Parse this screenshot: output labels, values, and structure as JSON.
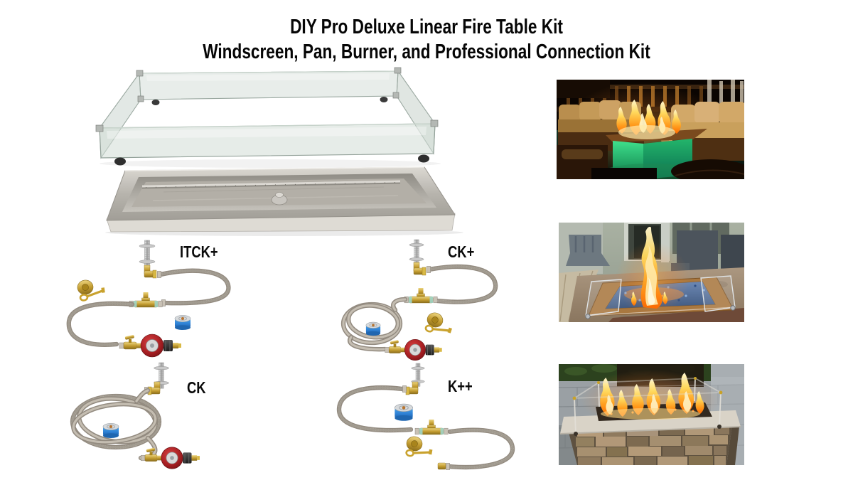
{
  "header": {
    "line1": "DIY Pro Deluxe Linear Fire Table Kit",
    "line2": "Windscreen, Pan, Burner, and Professional Connection Kit"
  },
  "products": {
    "windscreen": "rectangular-glass-wind-guard",
    "pan_burner": "linear-stainless-drop-in-pan-with-tube-burner"
  },
  "kits": [
    {
      "label": "ITCK+",
      "parts": [
        "pipe-nipple",
        "brass-elbow",
        "flex-hoses",
        "brass-tee",
        "valve-key",
        "thread-seal-tape",
        "regulator-valve"
      ]
    },
    {
      "label": "CK+",
      "parts": [
        "pipe-nipple",
        "brass-elbow",
        "flex-hose",
        "brass-tee",
        "coiled-supply-hose",
        "thread-seal-tape",
        "valve-key",
        "regulator-valve"
      ]
    },
    {
      "label": "CK",
      "parts": [
        "pipe-nipple",
        "brass-elbow",
        "coiled-supply-hose",
        "thread-seal-tape",
        "regulator-valve"
      ]
    },
    {
      "label": "K++",
      "parts": [
        "pipe-nipple",
        "brass-elbow",
        "flex-hoses",
        "thread-seal-tape",
        "brass-tee",
        "valve-key"
      ]
    }
  ],
  "photos": [
    {
      "name": "night-deck-sectional-sofas-lit-fire-table"
    },
    {
      "name": "daytime-stone-fire-table-blue-glass-windscreen"
    },
    {
      "name": "dusk-stacked-stone-fire-table-flames"
    }
  ],
  "colors": {
    "title": "#000000",
    "brass": "#c19a2e",
    "stainless": "#b5b2ad",
    "hose": "#958d82",
    "tape_blue": "#2d7fd3",
    "regulator_red": "#a61e22",
    "flame_orange": "#ff8a00",
    "flame_core": "#fff3c4",
    "table_glow_green": "#23b56b",
    "fire_glass_blue": "#55719f"
  }
}
